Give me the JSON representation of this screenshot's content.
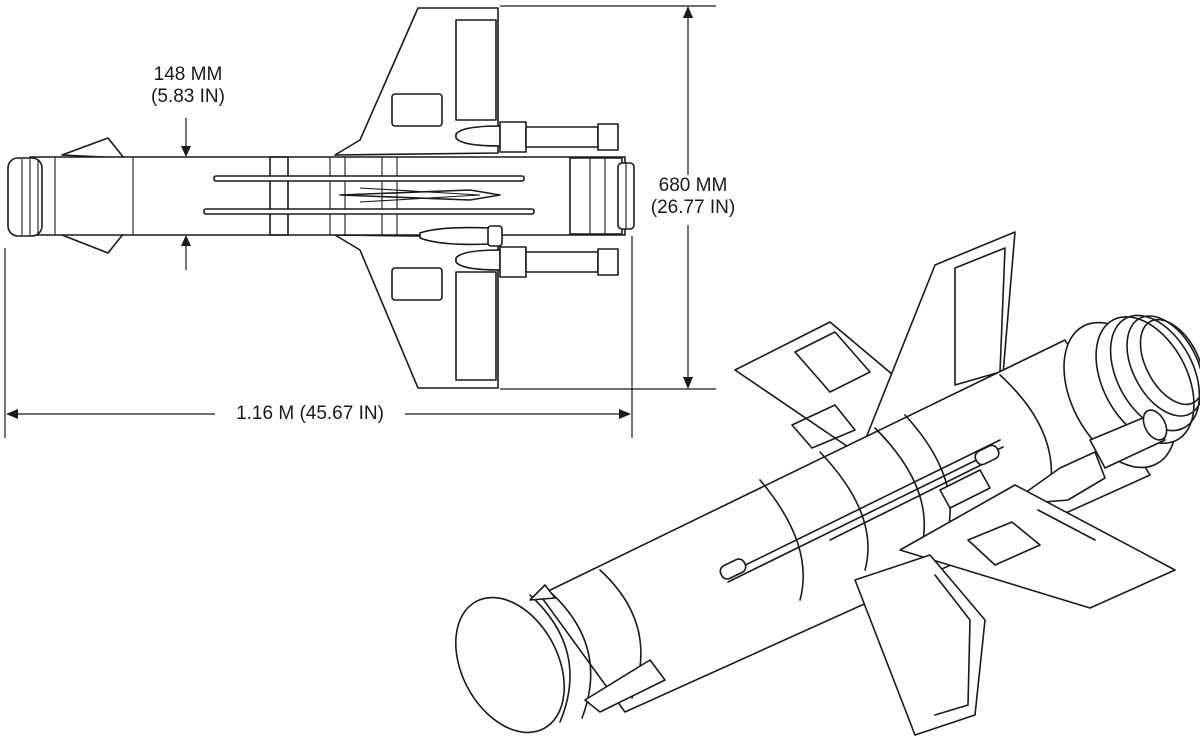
{
  "dimensions": {
    "diameter": {
      "metric": "148 MM",
      "imperial": "(5.83 IN)"
    },
    "span": {
      "metric": "680 MM",
      "imperial": "(26.77 IN)"
    },
    "length": {
      "text": "1.16 M (45.67 IN)"
    }
  },
  "colors": {
    "line": "#1a1a1a",
    "background": "#ffffff"
  }
}
